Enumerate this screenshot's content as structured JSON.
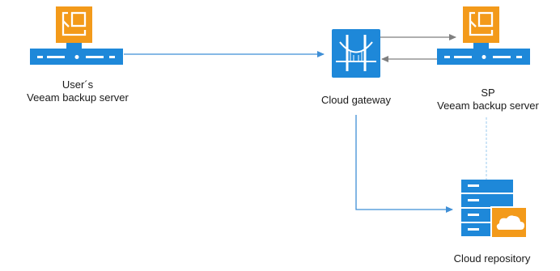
{
  "nodes": {
    "user_server": {
      "line1": "User´s",
      "line2": "Veeam backup server"
    },
    "gateway": {
      "label": "Cloud gateway"
    },
    "sp_server": {
      "line1": "SP",
      "line2": "Veeam backup server"
    },
    "repository": {
      "label": "Cloud repository"
    }
  },
  "colors": {
    "veeam_orange": "#F39A1A",
    "server_blue": "#1E88D9",
    "connector_blue": "#3F8FD6",
    "connector_gray": "#7F7F7F",
    "dashed_line": "#9ECBEF"
  },
  "icons": {
    "user_server": "veeam-backup-server-icon",
    "gateway": "cloud-gateway-bridge-icon",
    "sp_server": "veeam-backup-server-icon",
    "repository": "cloud-repository-icon"
  }
}
